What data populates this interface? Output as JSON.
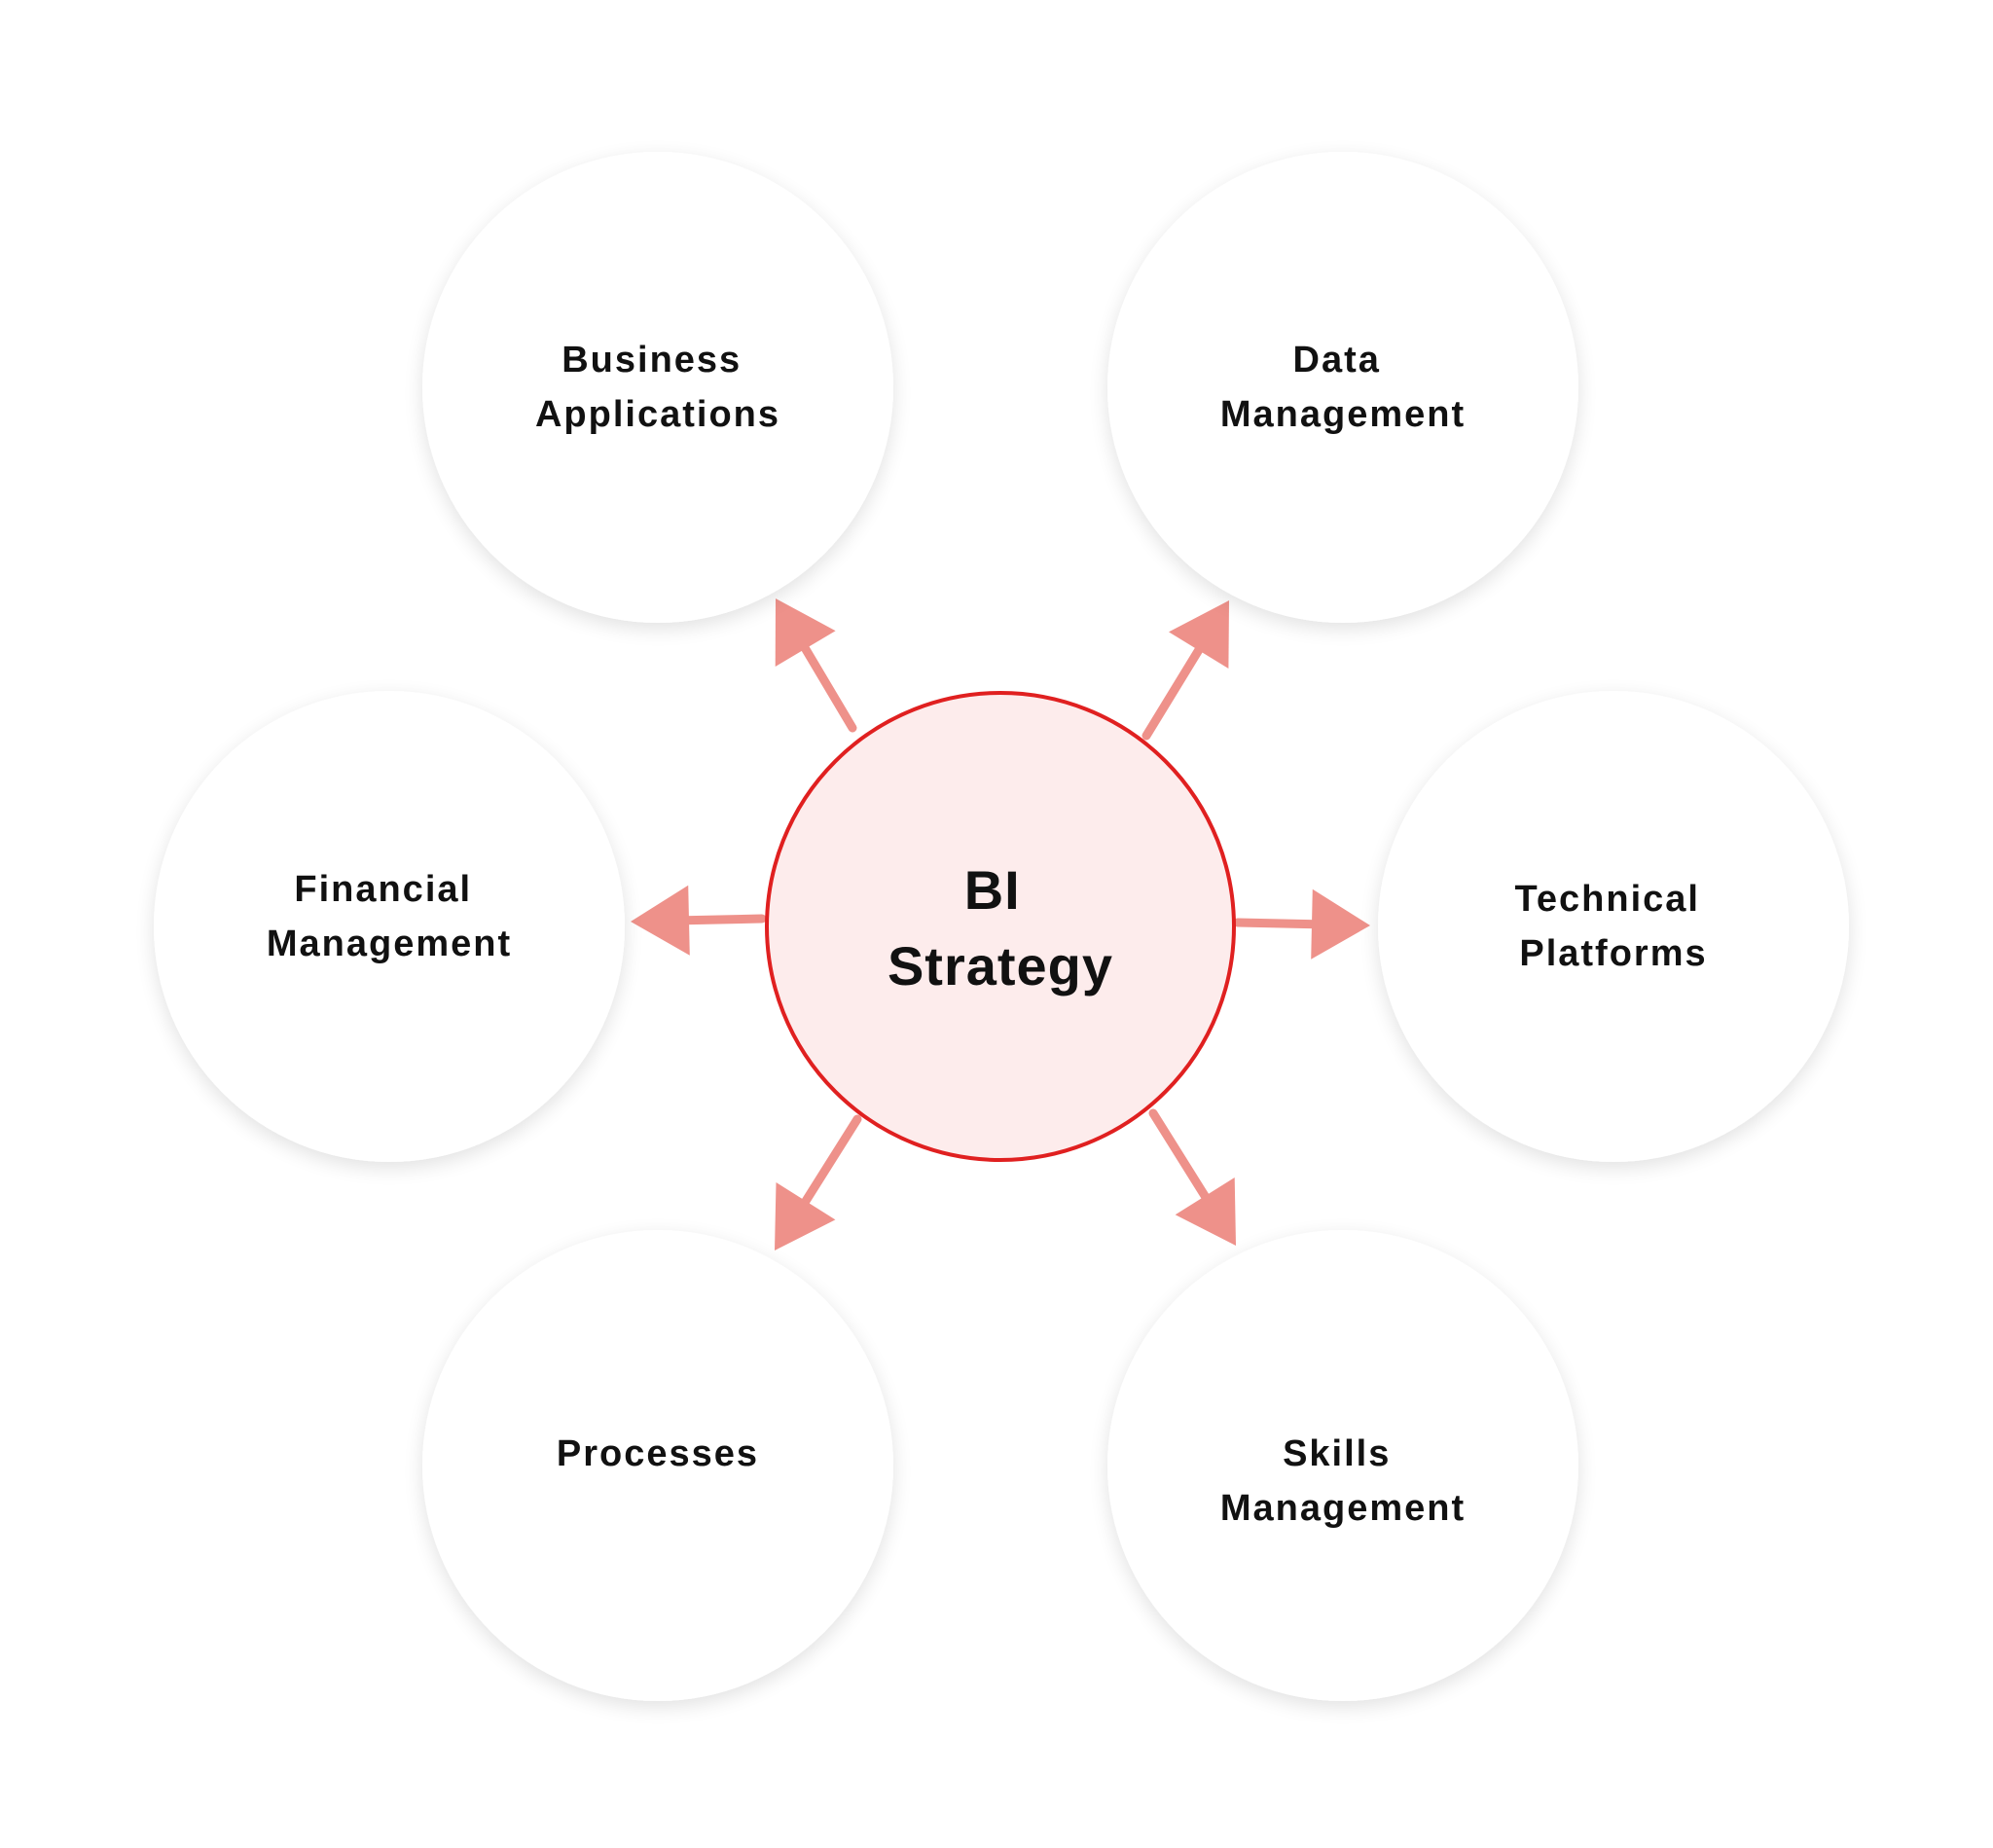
{
  "center": {
    "lines": [
      "BI",
      "Strategy"
    ],
    "fill_color": "#fdecec",
    "stroke_color": "#e02020"
  },
  "arrow_color": "#ee918a",
  "node_fill_color": "#ffffff",
  "nodes": [
    {
      "id": "business-applications",
      "lines": [
        "Business",
        "Applications"
      ]
    },
    {
      "id": "data-management",
      "lines": [
        "Data",
        "Management"
      ]
    },
    {
      "id": "financial-management",
      "lines": [
        "Financial",
        "Management"
      ]
    },
    {
      "id": "technical-platforms",
      "lines": [
        "Technical",
        "Platforms"
      ]
    },
    {
      "id": "processes",
      "lines": [
        "Processes"
      ]
    },
    {
      "id": "skills-management",
      "lines": [
        "Skills",
        "Management"
      ]
    }
  ]
}
